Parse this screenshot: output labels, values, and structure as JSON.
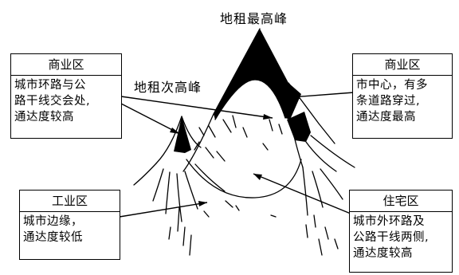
{
  "peak_labels": {
    "highest": "地租最高峰",
    "secondary": "地租次高峰"
  },
  "zones": {
    "commercial_left": {
      "title": "商业区",
      "desc": "城市环路与公\n路干线交会处,\n通达度较高"
    },
    "commercial_right": {
      "title": "商业区",
      "desc": "市中心，有多\n条道路穿过,\n通达度最高"
    },
    "industrial": {
      "title": "工业区",
      "desc": "城市边缘，\n通达度较低"
    },
    "residential": {
      "title": "住宅区",
      "desc": "城市外环路及\n公路干线两侧,\n通达度较高"
    }
  }
}
